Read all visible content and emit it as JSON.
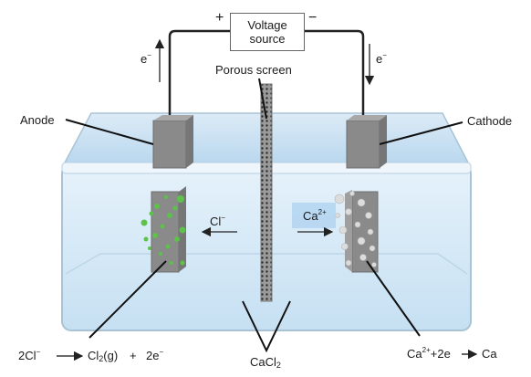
{
  "voltage_source": {
    "line1": "Voltage",
    "line2": "source",
    "plus": "+",
    "minus": "−"
  },
  "electron_flow": {
    "left_label": "e",
    "left_sup": "−",
    "right_label": "e",
    "right_sup": "−"
  },
  "labels": {
    "porous_screen": "Porous screen",
    "anode": "Anode",
    "cathode": "Cathode",
    "solution": "CaCl",
    "solution_sub": "2"
  },
  "ions": {
    "chloride": "Cl",
    "chloride_sup": "−",
    "calcium": "Ca",
    "calcium_sup": "2+"
  },
  "reactions": {
    "anode": {
      "lhs": "2Cl",
      "lhs_sup": "−",
      "product": "Cl",
      "product_sub": "2",
      "state": "(g)",
      "plus": "+",
      "electrons": "2e",
      "electrons_sup": "−"
    },
    "cathode": {
      "ion": "Ca",
      "ion_sup": "2+",
      "plus_e": "+2e",
      "product": "Ca"
    }
  },
  "colors": {
    "solution": "#cfe6f5",
    "electrode": "#8a8a8a",
    "chlorine_gas": "#5cc24a",
    "calcium_bubbles": "#d8d8d8",
    "wire": "#222222"
  }
}
